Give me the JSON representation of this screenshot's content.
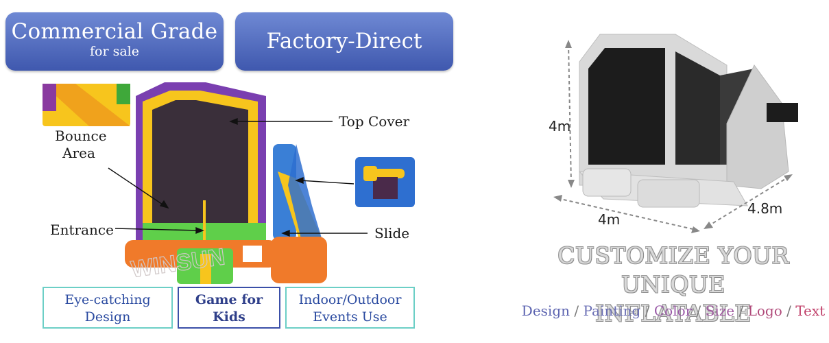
{
  "badges": {
    "commercial_line1": "Commercial Grade",
    "commercial_line2": "for sale",
    "factory": "Factory-Direct"
  },
  "callouts": {
    "bounce_line1": "Bounce",
    "bounce_line2": "Area",
    "top_cover": "Top Cover",
    "entrance": "Entrance",
    "slide": "Slide"
  },
  "watermark": "WINSUN",
  "features": [
    {
      "line1": "Eye-catching",
      "line2": "Design"
    },
    {
      "line1": "Game for",
      "line2": "Kids"
    },
    {
      "line1": "Indoor/Outdoor",
      "line2": "Events Use"
    }
  ],
  "dimensions": {
    "height": "4m",
    "width": "4m",
    "depth": "4.8m"
  },
  "customize": {
    "line1": "CUSTOMIZE YOUR UNIQUE",
    "line2": "INFLATABLE"
  },
  "options": [
    {
      "label": "Design",
      "color": "#5b63b0"
    },
    {
      "label": "Painting",
      "color": "#6b6fb5"
    },
    {
      "label": "Color",
      "color": "#9a5aa8"
    },
    {
      "label": "Size",
      "color": "#a05aa0"
    },
    {
      "label": "Logo",
      "color": "#b04a7a"
    },
    {
      "label": "Text",
      "color": "#c0406a"
    }
  ],
  "colors": {
    "badge": "#4a63b8",
    "purple": "#7a3fb0",
    "yellow": "#f7c51d",
    "green": "#5fcf4a",
    "orange": "#f07a2a",
    "blue": "#3a7fd6",
    "teal_border": "#6ccfc6"
  }
}
